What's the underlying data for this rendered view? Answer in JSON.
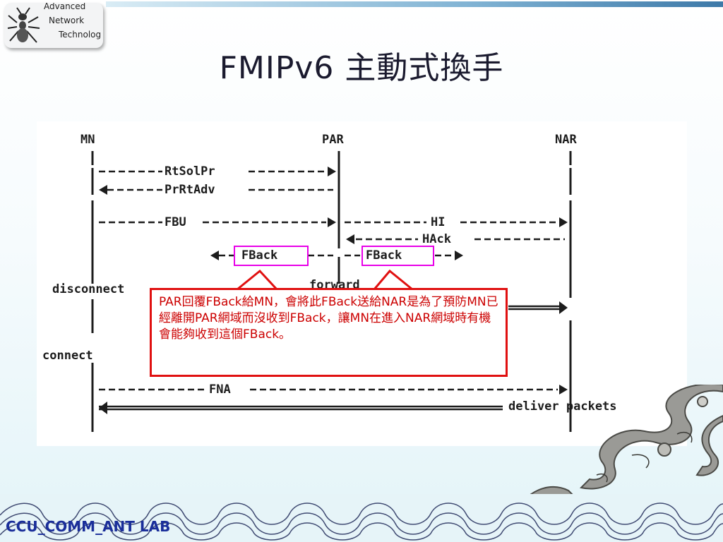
{
  "logo": {
    "lines": [
      "Advanced",
      "Network",
      "Technolog"
    ]
  },
  "title": "FMIPv6 主動式換手",
  "diagram": {
    "nodes": {
      "mn": "MN",
      "par": "PAR",
      "nar": "NAR"
    },
    "messages": {
      "rtsolpr": "RtSolPr",
      "prrtadv": "PrRtAdv",
      "fbu": "FBU",
      "hi": "HI",
      "hack": "HAck",
      "fback_left": "FBack",
      "fback_right": "FBack",
      "forward": "forward",
      "fna": "FNA",
      "deliver": "deliver packets"
    },
    "states": {
      "disconnect": "disconnect",
      "connect": "connect"
    },
    "highlight_color": "#e800e8"
  },
  "callout": {
    "text": "PAR回覆FBack給MN，會將此FBack送給NAR是為了預防MN已經離開PAR網域而沒收到FBack，讓MN在進入NAR網域時有機會能夠收到這個FBack。",
    "border_color": "#e01010"
  },
  "footer": "CCU_COMM_ANT LAB"
}
